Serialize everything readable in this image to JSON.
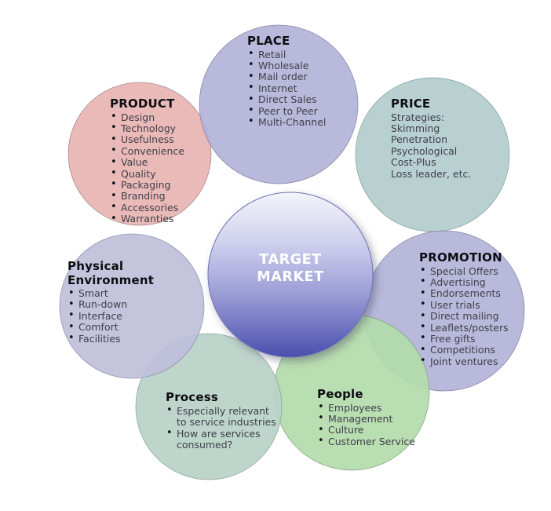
{
  "diagram": {
    "title": "Marketing Mix (7 Ps) Venn Diagram",
    "center": {
      "line1": "TARGET",
      "line2": "MARKET",
      "gradient_top": "#f2f2fa",
      "gradient_bottom": "#4a4fad"
    },
    "petals": [
      {
        "id": "product",
        "title": "PRODUCT",
        "color": "#e9b5b2",
        "bulleted": true,
        "items": [
          "Design",
          "Technology",
          "Usefulness",
          "Convenience",
          "Value",
          "Quality",
          "Packaging",
          "Branding",
          "Accessories",
          "Warranties"
        ]
      },
      {
        "id": "place",
        "title": "PLACE",
        "color": "#b4b3d8",
        "bulleted": true,
        "items": [
          "Retail",
          "Wholesale",
          "Mail order",
          "Internet",
          "Direct Sales",
          "Peer to Peer",
          "Multi-Channel"
        ]
      },
      {
        "id": "price",
        "title": "PRICE",
        "color": "#b2cdcd",
        "bulleted": false,
        "items": [
          "Strategies:",
          "Skimming",
          "Penetration",
          "Psychological",
          "Cost-Plus",
          "Loss leader, etc."
        ]
      },
      {
        "id": "promotion",
        "title": "PROMOTION",
        "color": "#b4b3d8",
        "bulleted": true,
        "items": [
          "Special Offers",
          "Advertising",
          "Endorsements",
          "User trials",
          "Direct mailing",
          "Leaflets/posters",
          "Free gifts",
          "Competitions",
          "Joint ventures"
        ]
      },
      {
        "id": "people",
        "title": "People",
        "color": "#b3dcab",
        "bulleted": true,
        "items": [
          "Employees",
          "Management",
          "Culture",
          "Customer Service"
        ]
      },
      {
        "id": "process",
        "title": "Process",
        "color": "#b9d2c8",
        "bulleted": true,
        "items": [
          "Especially relevant to service industries",
          "How are services consumed?"
        ]
      },
      {
        "id": "physical",
        "title_line1": "Physical",
        "title_line2": "Environment",
        "color": "#bfbfdb",
        "bulleted": true,
        "items": [
          "Smart",
          "Run-down",
          "Interface",
          "Comfort",
          "Facilities"
        ]
      }
    ]
  }
}
